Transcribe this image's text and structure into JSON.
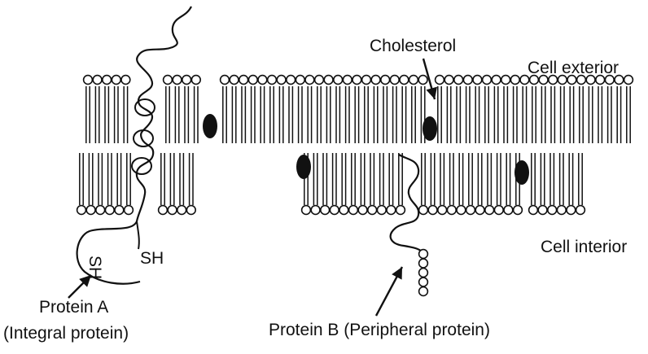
{
  "labels": {
    "cholesterol": "Cholesterol",
    "cell_exterior": "Cell exterior",
    "cell_interior": "Cell interior",
    "sh_1": "SH",
    "sh_2": "SH",
    "protein_a": "Protein A",
    "protein_a_sub": "(Integral protein)",
    "protein_b": "Protein B (Peripheral protein)"
  },
  "colors": {
    "ink": "#111111",
    "background": "#ffffff"
  }
}
